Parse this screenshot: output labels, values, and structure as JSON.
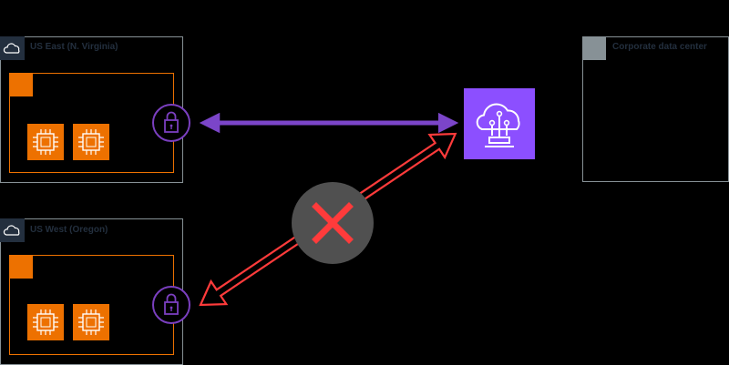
{
  "regions": [
    {
      "name": "US East (N. Virginia)",
      "instances": 2
    },
    {
      "name": "US West (Oregon)",
      "instances": 2
    }
  ],
  "datacenter": {
    "name": "Corporate data center"
  },
  "icons": {
    "region": "aws-cloud-icon",
    "vpc": "vpc-icon",
    "instance": "ec2-instance-icon",
    "gateway": "vpn-lock-icon",
    "hub": "direct-connect-gateway-icon",
    "blocked": "blocked-x-icon",
    "datacenter": "corporate-data-center-icon"
  },
  "colors": {
    "background": "#000000",
    "region_border": "#879196",
    "vpc_border": "#ed7100",
    "instance": "#ed7100",
    "gateway": "#7a3fbf",
    "hub": "#8c4fff",
    "allowed_link": "#7b45c9",
    "blocked_link": "#ff3b3b",
    "blocked_badge": "#505050"
  },
  "connections": [
    {
      "from": "US East (N. Virginia)",
      "to": "hub",
      "allowed": true
    },
    {
      "from": "US West (Oregon)",
      "to": "hub",
      "allowed": false
    }
  ]
}
